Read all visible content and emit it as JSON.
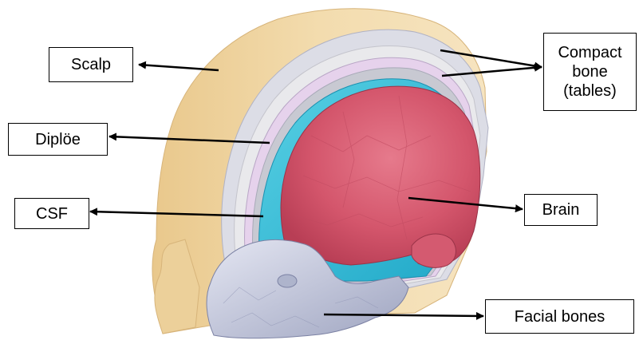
{
  "labels": {
    "scalp": "Scalp",
    "diploe": "Diplöe",
    "csf": "CSF",
    "brain": "Brain",
    "facial_bones": "Facial bones",
    "compact_bone": [
      "Compact",
      "bone",
      "(tables)"
    ]
  },
  "colors": {
    "scalp": "#f0d8a8",
    "compact_bone": "#c8c8d8",
    "compact_bone_inner": "#e8d4ec",
    "diploe": "#d8d8d8",
    "csf": "#3cc0d8",
    "brain": "#d85870",
    "facial_bones": "#c8cce0",
    "arrow": "#000000"
  }
}
